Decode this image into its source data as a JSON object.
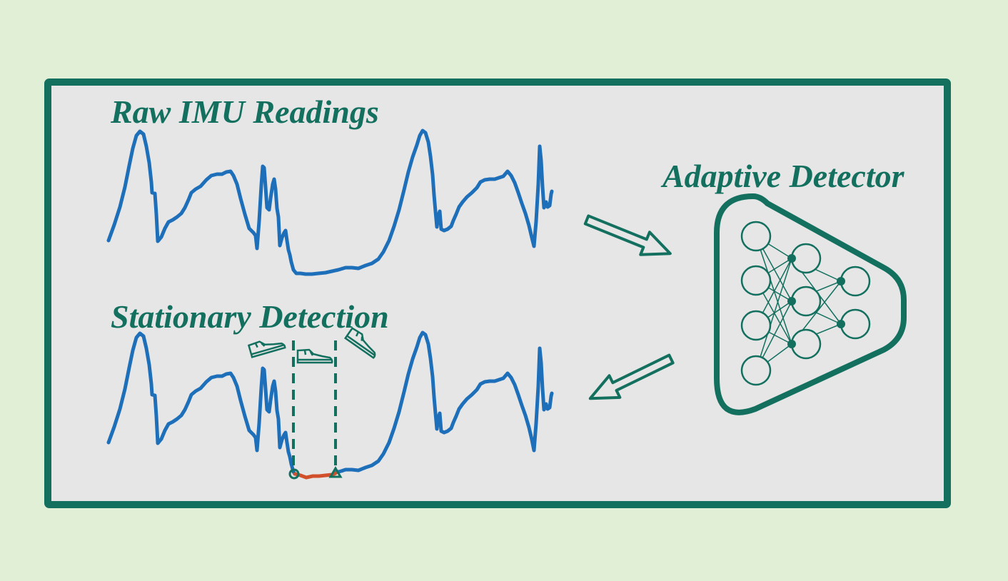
{
  "colors": {
    "background": "#e2efd7",
    "panel": "#e6e6e6",
    "accent": "#13705f",
    "signal": "#1e6fba",
    "highlight": "#d1502b"
  },
  "labels": {
    "raw": "Raw IMU Readings",
    "stationary": "Stationary Detection",
    "detector": "Adaptive Detector"
  },
  "icons": [
    "shoe-lifting-icon",
    "shoe-flat-icon",
    "shoe-pushoff-icon"
  ]
}
